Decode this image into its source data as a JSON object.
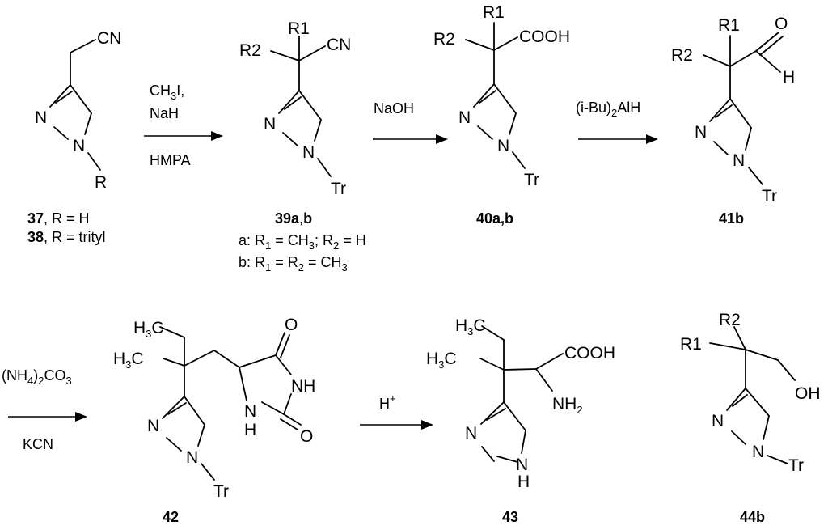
{
  "compounds": {
    "c37": {
      "number": "37",
      "r_label": ", R = H"
    },
    "c38": {
      "number": "38",
      "r_label": ", R = trityl"
    },
    "c39": {
      "number_a": "39a",
      "sep": ",",
      "number_b": "b"
    },
    "c40": {
      "number": "40a,b"
    },
    "c41": {
      "number": "41b"
    },
    "c42": {
      "number": "42"
    },
    "c43": {
      "number": "43"
    },
    "c44": {
      "number": "44b"
    }
  },
  "footnote_a": {
    "prefix": "a: R",
    "sub1": "1",
    "eq1": " = CH",
    "sub2": "3",
    "mid": "; R",
    "sub3": "2",
    "end": " = H"
  },
  "footnote_b": {
    "prefix": "b: R",
    "sub1": "1",
    "eq1": " = R",
    "sub2": "2",
    "eq2": " = CH",
    "sub3": "3"
  },
  "reagents": {
    "step1_line1": "CH",
    "step1_line1_sub": "3",
    "step1_line1_end": "I,",
    "step1_line2": "NaH",
    "step1_below": "HMPA",
    "step2": "NaOH",
    "step3_a": "(i-Bu)",
    "step3_sub": "2",
    "step3_b": "AlH",
    "step4_a": "(NH",
    "step4_sub1": "4",
    "step4_b": ")",
    "step4_sub2": "2",
    "step4_c": "CO",
    "step4_sub3": "3",
    "step4_below": "KCN",
    "step5": "H",
    "step5_sup": "+"
  },
  "atoms": {
    "N": "N",
    "H": "H",
    "R": "R",
    "O": "O",
    "CN": "CN",
    "COOH": "COOH",
    "Tr": "Tr",
    "R1": "R1",
    "R2": "R2",
    "NH": "NH",
    "OH": "OH",
    "C": "C",
    "NH2_base": "NH",
    "NH2_sub": "2",
    "H3C_H": "H",
    "H3C_sub": "3",
    "H3C_C": "C"
  }
}
